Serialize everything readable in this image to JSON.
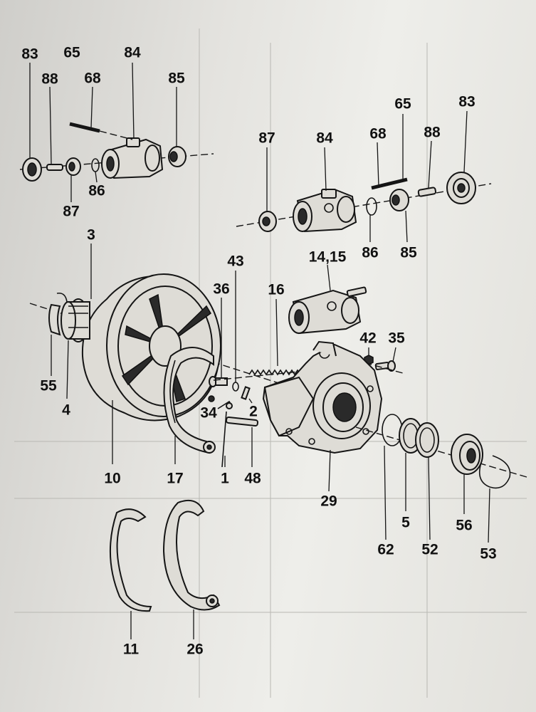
{
  "labels": {
    "l83a": "83",
    "l65a": "65",
    "l84a": "84",
    "l88a": "88",
    "l68a": "68",
    "l85a": "85",
    "l86a": "86",
    "l87a": "87",
    "l87b": "87",
    "l84b": "84",
    "l68b": "68",
    "l65b": "65",
    "l88b": "88",
    "l83b": "83",
    "l86b": "86",
    "l85b": "85",
    "l3": "3",
    "l43": "43",
    "l36": "36",
    "l16": "16",
    "l1415": "14,15",
    "l42": "42",
    "l35": "35",
    "l55": "55",
    "l4": "4",
    "l34": "34",
    "l2": "2",
    "l10": "10",
    "l17": "17",
    "l1": "1",
    "l48": "48",
    "l29": "29",
    "l62": "62",
    "l5": "5",
    "l52": "52",
    "l56": "56",
    "l53": "53",
    "l11": "11",
    "l26": "26"
  }
}
